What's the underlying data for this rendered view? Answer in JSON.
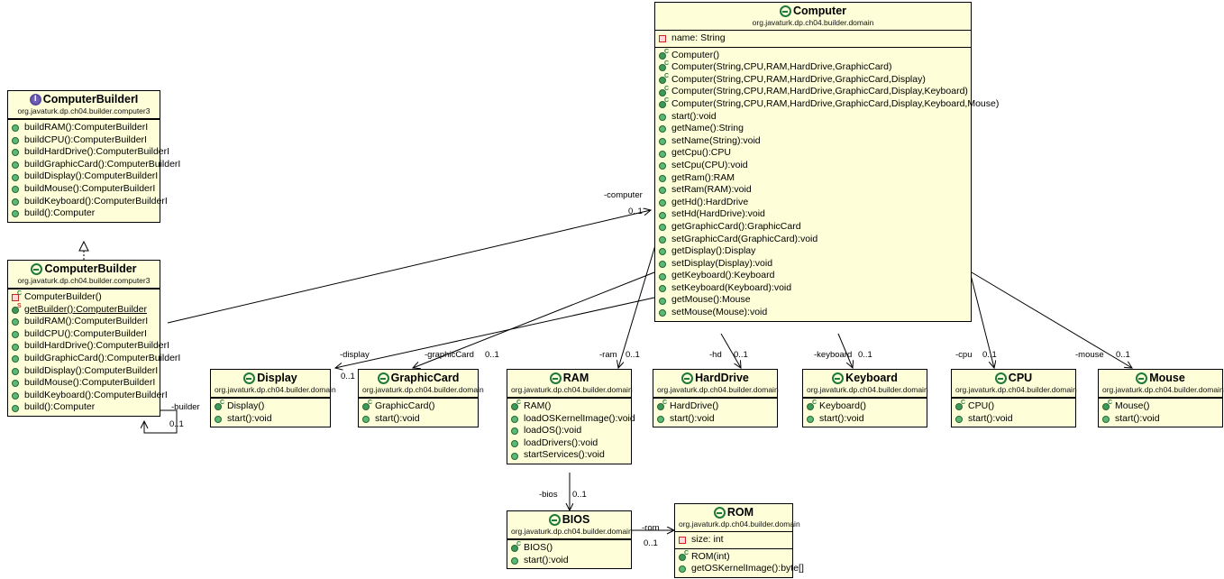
{
  "diagram": {
    "type": "uml-class-diagram",
    "title": "Builder Pattern - Computer",
    "background": "#ffffff",
    "class_fill": "#feffd9",
    "class_stroke": "#000000"
  },
  "classes": {
    "computer": {
      "name": "Computer",
      "stereotype": "class",
      "package": "org.javaturk.dp.ch04.builder.domain",
      "fields": [
        {
          "text": "name: String",
          "icon": "private-field-icon",
          "visibility": "private",
          "static": false
        }
      ],
      "methods": [
        {
          "text": "Computer()",
          "icon": "public-constructor-icon",
          "visibility": "public",
          "static": false
        },
        {
          "text": "Computer(String,CPU,RAM,HardDrive,GraphicCard)",
          "icon": "public-constructor-icon",
          "visibility": "public",
          "static": false
        },
        {
          "text": "Computer(String,CPU,RAM,HardDrive,GraphicCard,Display)",
          "icon": "public-constructor-icon",
          "visibility": "public",
          "static": false
        },
        {
          "text": "Computer(String,CPU,RAM,HardDrive,GraphicCard,Display,Keyboard)",
          "icon": "public-constructor-icon",
          "visibility": "public",
          "static": false
        },
        {
          "text": "Computer(String,CPU,RAM,HardDrive,GraphicCard,Display,Keyboard,Mouse)",
          "icon": "public-constructor-icon",
          "visibility": "public",
          "static": false
        },
        {
          "text": "start():void",
          "icon": "public-method-icon",
          "visibility": "public",
          "static": false
        },
        {
          "text": "getName():String",
          "icon": "public-method-icon",
          "visibility": "public",
          "static": false
        },
        {
          "text": "setName(String):void",
          "icon": "public-method-icon",
          "visibility": "public",
          "static": false
        },
        {
          "text": "getCpu():CPU",
          "icon": "public-method-icon",
          "visibility": "public",
          "static": false
        },
        {
          "text": "setCpu(CPU):void",
          "icon": "public-method-icon",
          "visibility": "public",
          "static": false
        },
        {
          "text": "getRam():RAM",
          "icon": "public-method-icon",
          "visibility": "public",
          "static": false
        },
        {
          "text": "setRam(RAM):void",
          "icon": "public-method-icon",
          "visibility": "public",
          "static": false
        },
        {
          "text": "getHd():HardDrive",
          "icon": "public-method-icon",
          "visibility": "public",
          "static": false
        },
        {
          "text": "setHd(HardDrive):void",
          "icon": "public-method-icon",
          "visibility": "public",
          "static": false
        },
        {
          "text": "getGraphicCard():GraphicCard",
          "icon": "public-method-icon",
          "visibility": "public",
          "static": false
        },
        {
          "text": "setGraphicCard(GraphicCard):void",
          "icon": "public-method-icon",
          "visibility": "public",
          "static": false
        },
        {
          "text": "getDisplay():Display",
          "icon": "public-method-icon",
          "visibility": "public",
          "static": false
        },
        {
          "text": "setDisplay(Display):void",
          "icon": "public-method-icon",
          "visibility": "public",
          "static": false
        },
        {
          "text": "getKeyboard():Keyboard",
          "icon": "public-method-icon",
          "visibility": "public",
          "static": false
        },
        {
          "text": "setKeyboard(Keyboard):void",
          "icon": "public-method-icon",
          "visibility": "public",
          "static": false
        },
        {
          "text": "getMouse():Mouse",
          "icon": "public-method-icon",
          "visibility": "public",
          "static": false
        },
        {
          "text": "setMouse(Mouse):void",
          "icon": "public-method-icon",
          "visibility": "public",
          "static": false
        }
      ]
    },
    "computerBuilderI": {
      "name": "ComputerBuilderI",
      "stereotype": "interface",
      "package": "org.javaturk.dp.ch04.builder.computer3",
      "fields": [],
      "methods": [
        {
          "text": "buildRAM():ComputerBuilderI",
          "icon": "public-method-icon",
          "visibility": "public",
          "static": false
        },
        {
          "text": "buildCPU():ComputerBuilderI",
          "icon": "public-method-icon",
          "visibility": "public",
          "static": false
        },
        {
          "text": "buildHardDrive():ComputerBuilderI",
          "icon": "public-method-icon",
          "visibility": "public",
          "static": false
        },
        {
          "text": "buildGraphicCard():ComputerBuilderI",
          "icon": "public-method-icon",
          "visibility": "public",
          "static": false
        },
        {
          "text": "buildDisplay():ComputerBuilderI",
          "icon": "public-method-icon",
          "visibility": "public",
          "static": false
        },
        {
          "text": "buildMouse():ComputerBuilderI",
          "icon": "public-method-icon",
          "visibility": "public",
          "static": false
        },
        {
          "text": "buildKeyboard():ComputerBuilderI",
          "icon": "public-method-icon",
          "visibility": "public",
          "static": false
        },
        {
          "text": "build():Computer",
          "icon": "public-method-icon",
          "visibility": "public",
          "static": false
        }
      ]
    },
    "computerBuilder": {
      "name": "ComputerBuilder",
      "stereotype": "class",
      "package": "org.javaturk.dp.ch04.builder.computer3",
      "fields": [],
      "methods": [
        {
          "text": "ComputerBuilder()",
          "icon": "private-constructor-icon",
          "visibility": "private",
          "static": false
        },
        {
          "text": "getBuilder():ComputerBuilder",
          "icon": "public-static-method-icon",
          "visibility": "public",
          "static": true
        },
        {
          "text": "buildRAM():ComputerBuilderI",
          "icon": "public-method-icon",
          "visibility": "public",
          "static": false
        },
        {
          "text": "buildCPU():ComputerBuilderI",
          "icon": "public-method-icon",
          "visibility": "public",
          "static": false
        },
        {
          "text": "buildHardDrive():ComputerBuilderI",
          "icon": "public-method-icon",
          "visibility": "public",
          "static": false
        },
        {
          "text": "buildGraphicCard():ComputerBuilderI",
          "icon": "public-method-icon",
          "visibility": "public",
          "static": false
        },
        {
          "text": "buildDisplay():ComputerBuilderI",
          "icon": "public-method-icon",
          "visibility": "public",
          "static": false
        },
        {
          "text": "buildMouse():ComputerBuilderI",
          "icon": "public-method-icon",
          "visibility": "public",
          "static": false
        },
        {
          "text": "buildKeyboard():ComputerBuilderI",
          "icon": "public-method-icon",
          "visibility": "public",
          "static": false
        },
        {
          "text": "build():Computer",
          "icon": "public-method-icon",
          "visibility": "public",
          "static": false
        }
      ]
    },
    "display": {
      "name": "Display",
      "stereotype": "class",
      "package": "org.javaturk.dp.ch04.builder.domain",
      "fields": [],
      "methods": [
        {
          "text": "Display()",
          "icon": "public-constructor-icon",
          "visibility": "public",
          "static": false
        },
        {
          "text": "start():void",
          "icon": "public-method-icon",
          "visibility": "public",
          "static": false
        }
      ]
    },
    "graphicCard": {
      "name": "GraphicCard",
      "stereotype": "class",
      "package": "org.javaturk.dp.ch04.builder.domain",
      "fields": [],
      "methods": [
        {
          "text": "GraphicCard()",
          "icon": "public-constructor-icon",
          "visibility": "public",
          "static": false
        },
        {
          "text": "start():void",
          "icon": "public-method-icon",
          "visibility": "public",
          "static": false
        }
      ]
    },
    "ram": {
      "name": "RAM",
      "stereotype": "class",
      "package": "org.javaturk.dp.ch04.builder.domain",
      "fields": [],
      "methods": [
        {
          "text": "RAM()",
          "icon": "public-constructor-icon",
          "visibility": "public",
          "static": false
        },
        {
          "text": "loadOSKernelImage():void",
          "icon": "public-method-icon",
          "visibility": "public",
          "static": false
        },
        {
          "text": "loadOS():void",
          "icon": "public-method-icon",
          "visibility": "public",
          "static": false
        },
        {
          "text": "loadDrivers():void",
          "icon": "public-method-icon",
          "visibility": "public",
          "static": false
        },
        {
          "text": "startServices():void",
          "icon": "public-method-icon",
          "visibility": "public",
          "static": false
        }
      ]
    },
    "hardDrive": {
      "name": "HardDrive",
      "stereotype": "class",
      "package": "org.javaturk.dp.ch04.builder.domain",
      "fields": [],
      "methods": [
        {
          "text": "HardDrive()",
          "icon": "public-constructor-icon",
          "visibility": "public",
          "static": false
        },
        {
          "text": "start():void",
          "icon": "public-method-icon",
          "visibility": "public",
          "static": false
        }
      ]
    },
    "keyboard": {
      "name": "Keyboard",
      "stereotype": "class",
      "package": "org.javaturk.dp.ch04.builder.domain",
      "fields": [],
      "methods": [
        {
          "text": "Keyboard()",
          "icon": "public-constructor-icon",
          "visibility": "public",
          "static": false
        },
        {
          "text": "start():void",
          "icon": "public-method-icon",
          "visibility": "public",
          "static": false
        }
      ]
    },
    "cpu": {
      "name": "CPU",
      "stereotype": "class",
      "package": "org.javaturk.dp.ch04.builder.domain",
      "fields": [],
      "methods": [
        {
          "text": "CPU()",
          "icon": "public-constructor-icon",
          "visibility": "public",
          "static": false
        },
        {
          "text": "start():void",
          "icon": "public-method-icon",
          "visibility": "public",
          "static": false
        }
      ]
    },
    "mouse": {
      "name": "Mouse",
      "stereotype": "class",
      "package": "org.javaturk.dp.ch04.builder.domain",
      "fields": [],
      "methods": [
        {
          "text": "Mouse()",
          "icon": "public-constructor-icon",
          "visibility": "public",
          "static": false
        },
        {
          "text": "start():void",
          "icon": "public-method-icon",
          "visibility": "public",
          "static": false
        }
      ]
    },
    "bios": {
      "name": "BIOS",
      "stereotype": "class",
      "package": "org.javaturk.dp.ch04.builder.domain",
      "fields": [],
      "methods": [
        {
          "text": "BIOS()",
          "icon": "public-constructor-icon",
          "visibility": "public",
          "static": false
        },
        {
          "text": "start():void",
          "icon": "public-method-icon",
          "visibility": "public",
          "static": false
        }
      ]
    },
    "rom": {
      "name": "ROM",
      "stereotype": "class",
      "package": "org.javaturk.dp.ch04.builder.domain",
      "fields": [
        {
          "text": "size: int",
          "icon": "private-field-icon",
          "visibility": "private",
          "static": false
        }
      ],
      "methods": [
        {
          "text": "ROM(int)",
          "icon": "public-constructor-icon",
          "visibility": "public",
          "static": false
        },
        {
          "text": "getOSKernelImage():byte[]",
          "icon": "public-method-icon",
          "visibility": "public",
          "static": false
        }
      ]
    }
  },
  "relationships": [
    {
      "id": "builder-implements-interface",
      "kind": "realization",
      "from": "ComputerBuilder",
      "to": "ComputerBuilderI",
      "role": "",
      "multiplicity": ""
    },
    {
      "id": "builder-to-computer",
      "kind": "association",
      "from": "ComputerBuilder",
      "to": "Computer",
      "role": "-computer",
      "multiplicity": "0..1"
    },
    {
      "id": "builder-self-builder",
      "kind": "association",
      "from": "ComputerBuilder",
      "to": "ComputerBuilder",
      "role": "-builder",
      "multiplicity": "0..1"
    },
    {
      "id": "computer-to-display",
      "kind": "association",
      "from": "Computer",
      "to": "Display",
      "role": "-display",
      "multiplicity": "0..1"
    },
    {
      "id": "computer-to-graphiccard",
      "kind": "association",
      "from": "Computer",
      "to": "GraphicCard",
      "role": "-graphicCard",
      "multiplicity": "0..1"
    },
    {
      "id": "computer-to-ram",
      "kind": "association",
      "from": "Computer",
      "to": "RAM",
      "role": "-ram",
      "multiplicity": "0..1"
    },
    {
      "id": "computer-to-harddrive",
      "kind": "association",
      "from": "Computer",
      "to": "HardDrive",
      "role": "-hd",
      "multiplicity": "0..1"
    },
    {
      "id": "computer-to-keyboard",
      "kind": "association",
      "from": "Computer",
      "to": "Keyboard",
      "role": "-keyboard",
      "multiplicity": "0..1"
    },
    {
      "id": "computer-to-cpu",
      "kind": "association",
      "from": "Computer",
      "to": "CPU",
      "role": "-cpu",
      "multiplicity": "0..1"
    },
    {
      "id": "computer-to-mouse",
      "kind": "association",
      "from": "Computer",
      "to": "Mouse",
      "role": "-mouse",
      "multiplicity": "0..1"
    },
    {
      "id": "ram-to-bios",
      "kind": "association",
      "from": "RAM",
      "to": "BIOS",
      "role": "-bios",
      "multiplicity": "0..1"
    },
    {
      "id": "bios-to-rom",
      "kind": "association",
      "from": "BIOS",
      "to": "ROM",
      "role": "-rom",
      "multiplicity": "0..1"
    }
  ],
  "edge_labels": {
    "computer_role": "-computer",
    "computer_mult": "0..1",
    "builder_role": "-builder",
    "builder_mult": "0..1",
    "display_role": "-display",
    "display_mult": "0..1",
    "graphicCard_role": "-graphicCard",
    "graphicCard_mult": "0..1",
    "ram_role": "-ram",
    "ram_mult": "0..1",
    "hd_role": "-hd",
    "hd_mult": "0..1",
    "keyboard_role": "-keyboard",
    "keyboard_mult": "0..1",
    "cpu_role": "-cpu",
    "cpu_mult": "0..1",
    "mouse_role": "-mouse",
    "mouse_mult": "0..1",
    "bios_role": "-bios",
    "bios_mult": "0..1",
    "rom_role": "-rom",
    "rom_mult": "0..1"
  }
}
